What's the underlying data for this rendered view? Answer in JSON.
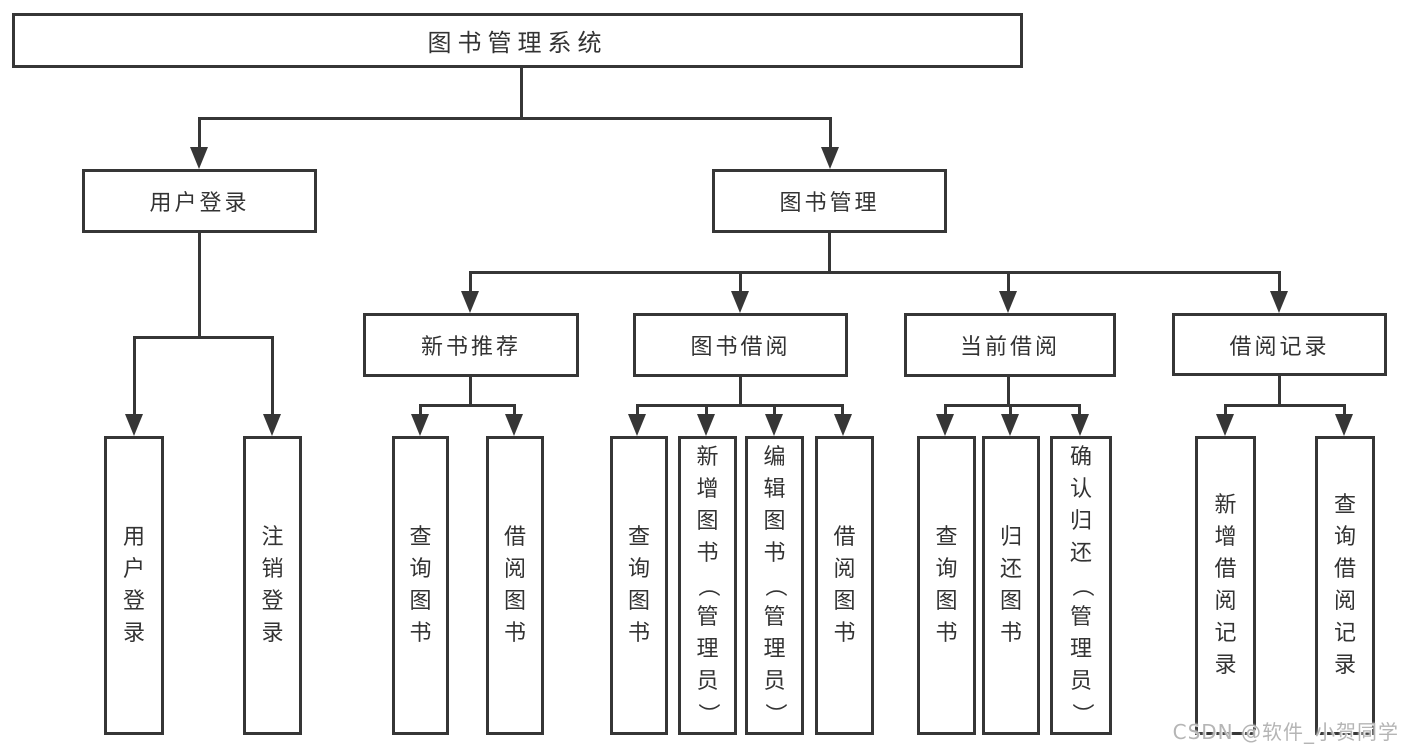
{
  "diagram": {
    "tree": {
      "label": "图书管理系统",
      "children": [
        {
          "label": "用户登录",
          "children": [
            {
              "label": "用户登录"
            },
            {
              "label": "注销登录"
            }
          ]
        },
        {
          "label": "图书管理",
          "children": [
            {
              "label": "新书推荐",
              "children": [
                {
                  "label": "查询图书"
                },
                {
                  "label": "借阅图书"
                }
              ]
            },
            {
              "label": "图书借阅",
              "children": [
                {
                  "label": "查询图书"
                },
                {
                  "label": "新增图书（管理员）"
                },
                {
                  "label": "编辑图书（管理员）"
                },
                {
                  "label": "借阅图书"
                }
              ]
            },
            {
              "label": "当前借阅",
              "children": [
                {
                  "label": "查询图书"
                },
                {
                  "label": "归还图书"
                },
                {
                  "label": "确认归还（管理员）"
                }
              ]
            },
            {
              "label": "借阅记录",
              "children": [
                {
                  "label": "新增借阅记录"
                },
                {
                  "label": "查询借阅记录"
                }
              ]
            }
          ]
        }
      ]
    }
  },
  "watermark": {
    "text": "CSDN @软件_小贺同学"
  },
  "colors": {
    "line": "#363636",
    "text": "#333333",
    "background": "#ffffff",
    "watermark": "#b5b5b5"
  }
}
